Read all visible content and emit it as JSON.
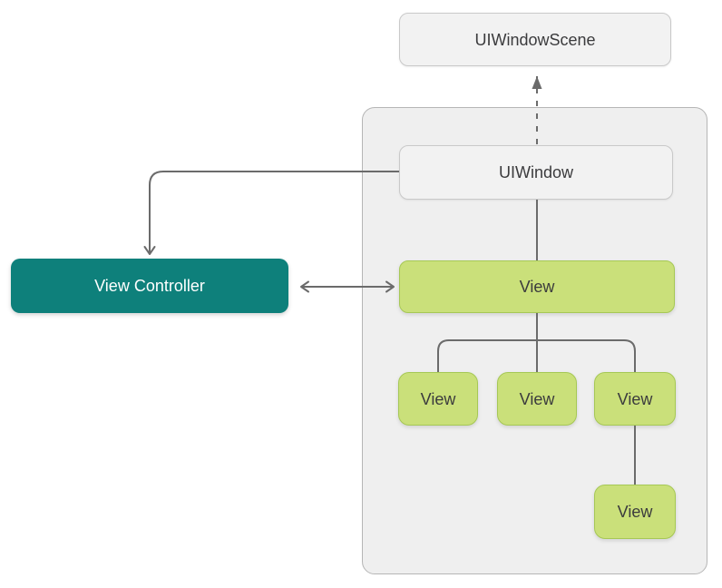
{
  "diagram": {
    "description": "UIKit window and view hierarchy diagram",
    "nodes": {
      "window_scene": {
        "label": "UIWindowScene"
      },
      "window": {
        "label": "UIWindow"
      },
      "view_controller": {
        "label": "View Controller"
      },
      "root_view": {
        "label": "View"
      },
      "subview_1": {
        "label": "View"
      },
      "subview_2": {
        "label": "View"
      },
      "subview_3": {
        "label": "View"
      },
      "nested_subview": {
        "label": "View"
      }
    },
    "edges": [
      {
        "from": "window",
        "to": "window_scene",
        "style": "dashed",
        "arrow": "to"
      },
      {
        "from": "window",
        "to": "view_controller",
        "style": "solid",
        "arrow": "to"
      },
      {
        "from": "window",
        "to": "root_view",
        "style": "solid",
        "arrow": "none"
      },
      {
        "from": "view_controller",
        "to": "root_view",
        "style": "solid",
        "arrow": "both"
      },
      {
        "from": "root_view",
        "to": "subview_1",
        "style": "solid",
        "arrow": "none"
      },
      {
        "from": "root_view",
        "to": "subview_2",
        "style": "solid",
        "arrow": "none"
      },
      {
        "from": "root_view",
        "to": "subview_3",
        "style": "solid",
        "arrow": "none"
      },
      {
        "from": "subview_3",
        "to": "nested_subview",
        "style": "solid",
        "arrow": "none"
      }
    ],
    "colors": {
      "teal": "#0E807B",
      "green_fill": "#CAE07A",
      "green_border": "#A6C855",
      "gray_fill": "#F2F2F2",
      "gray_border": "#C9C9C9",
      "container_fill": "#EFEFEF",
      "container_border": "#B6B6B6",
      "line": "#6B6B6B",
      "text_dark": "#3B3B3D",
      "text_light": "#FFFFFF"
    }
  }
}
